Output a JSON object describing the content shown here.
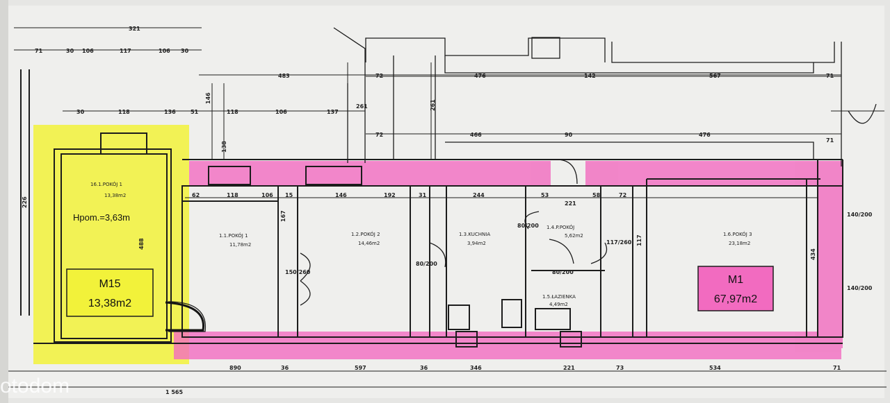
{
  "watermark": "otodom",
  "colors": {
    "paper": "#efefed",
    "line": "#1c1c1c",
    "pink_highlight": "#f26bc0",
    "yellow_highlight": "#f2f23a"
  },
  "units": {
    "m15": {
      "title": "M15",
      "area": "13,38m2",
      "height": "Hpom.=3,63m"
    },
    "m1": {
      "title": "M1",
      "area": "67,97m2"
    }
  },
  "rooms": [
    {
      "label": "16.1.POKÓJ 1",
      "area": "13,38m2"
    },
    {
      "label": "1.1.POKÓJ 1",
      "area": "11,78m2"
    },
    {
      "label": "1.2.POKÓJ 2",
      "area": "14,46m2"
    },
    {
      "label": "1.3.KUCHNIA",
      "area": "3,94m2"
    },
    {
      "label": "1.4.P.POKÓJ",
      "area": "5,62m2"
    },
    {
      "label": "1.5.ŁAZIENKA",
      "area": "4,49m2"
    },
    {
      "label": "1.6.POKÓJ 3",
      "area": "23,18m2"
    }
  ],
  "dims": {
    "top_total": "321",
    "top_a": "71",
    "top_b": "30",
    "top_c": "106",
    "top_d": "117",
    "top_e": "106",
    "top_f": "30",
    "mid_1": "483",
    "mid_2": "72",
    "mid_3": "476",
    "mid_4": "142",
    "mid_5": "567",
    "mid_6": "71",
    "row_1": "30",
    "row_2": "118",
    "row_3": "136",
    "row_4": "51",
    "row_5": "118",
    "row_6": "106",
    "row_7": "137",
    "row_8": "261",
    "row2_1": "72",
    "row2_2": "466",
    "row2_3": "90",
    "row2_4": "476",
    "row2_5": "71",
    "in_1": "62",
    "in_2": "118",
    "in_3": "106",
    "in_4": "15",
    "in_5": "146",
    "in_6": "192",
    "in_7": "31",
    "in_8": "244",
    "in_9": "53",
    "in_10": "221",
    "in_11": "58",
    "in_12": "72",
    "bot_1": "890",
    "bot_2": "36",
    "bot_3": "597",
    "bot_4": "36",
    "bot_5": "346",
    "bot_6": "221",
    "bot_7": "73",
    "bot_8": "534",
    "bot_9": "71",
    "bot_total": "1 565",
    "door_1": "80/200",
    "door_2": "80/200",
    "door_3": "80/200",
    "door_4": "117/260",
    "door_5": "140/200",
    "door_6": "140/200",
    "door_7": "150/260",
    "v_1": "146",
    "v_2": "167",
    "v_3": "488",
    "v_4": "434",
    "v_5": "117",
    "v_6": "261",
    "v_7": "226",
    "v_8": "138"
  }
}
